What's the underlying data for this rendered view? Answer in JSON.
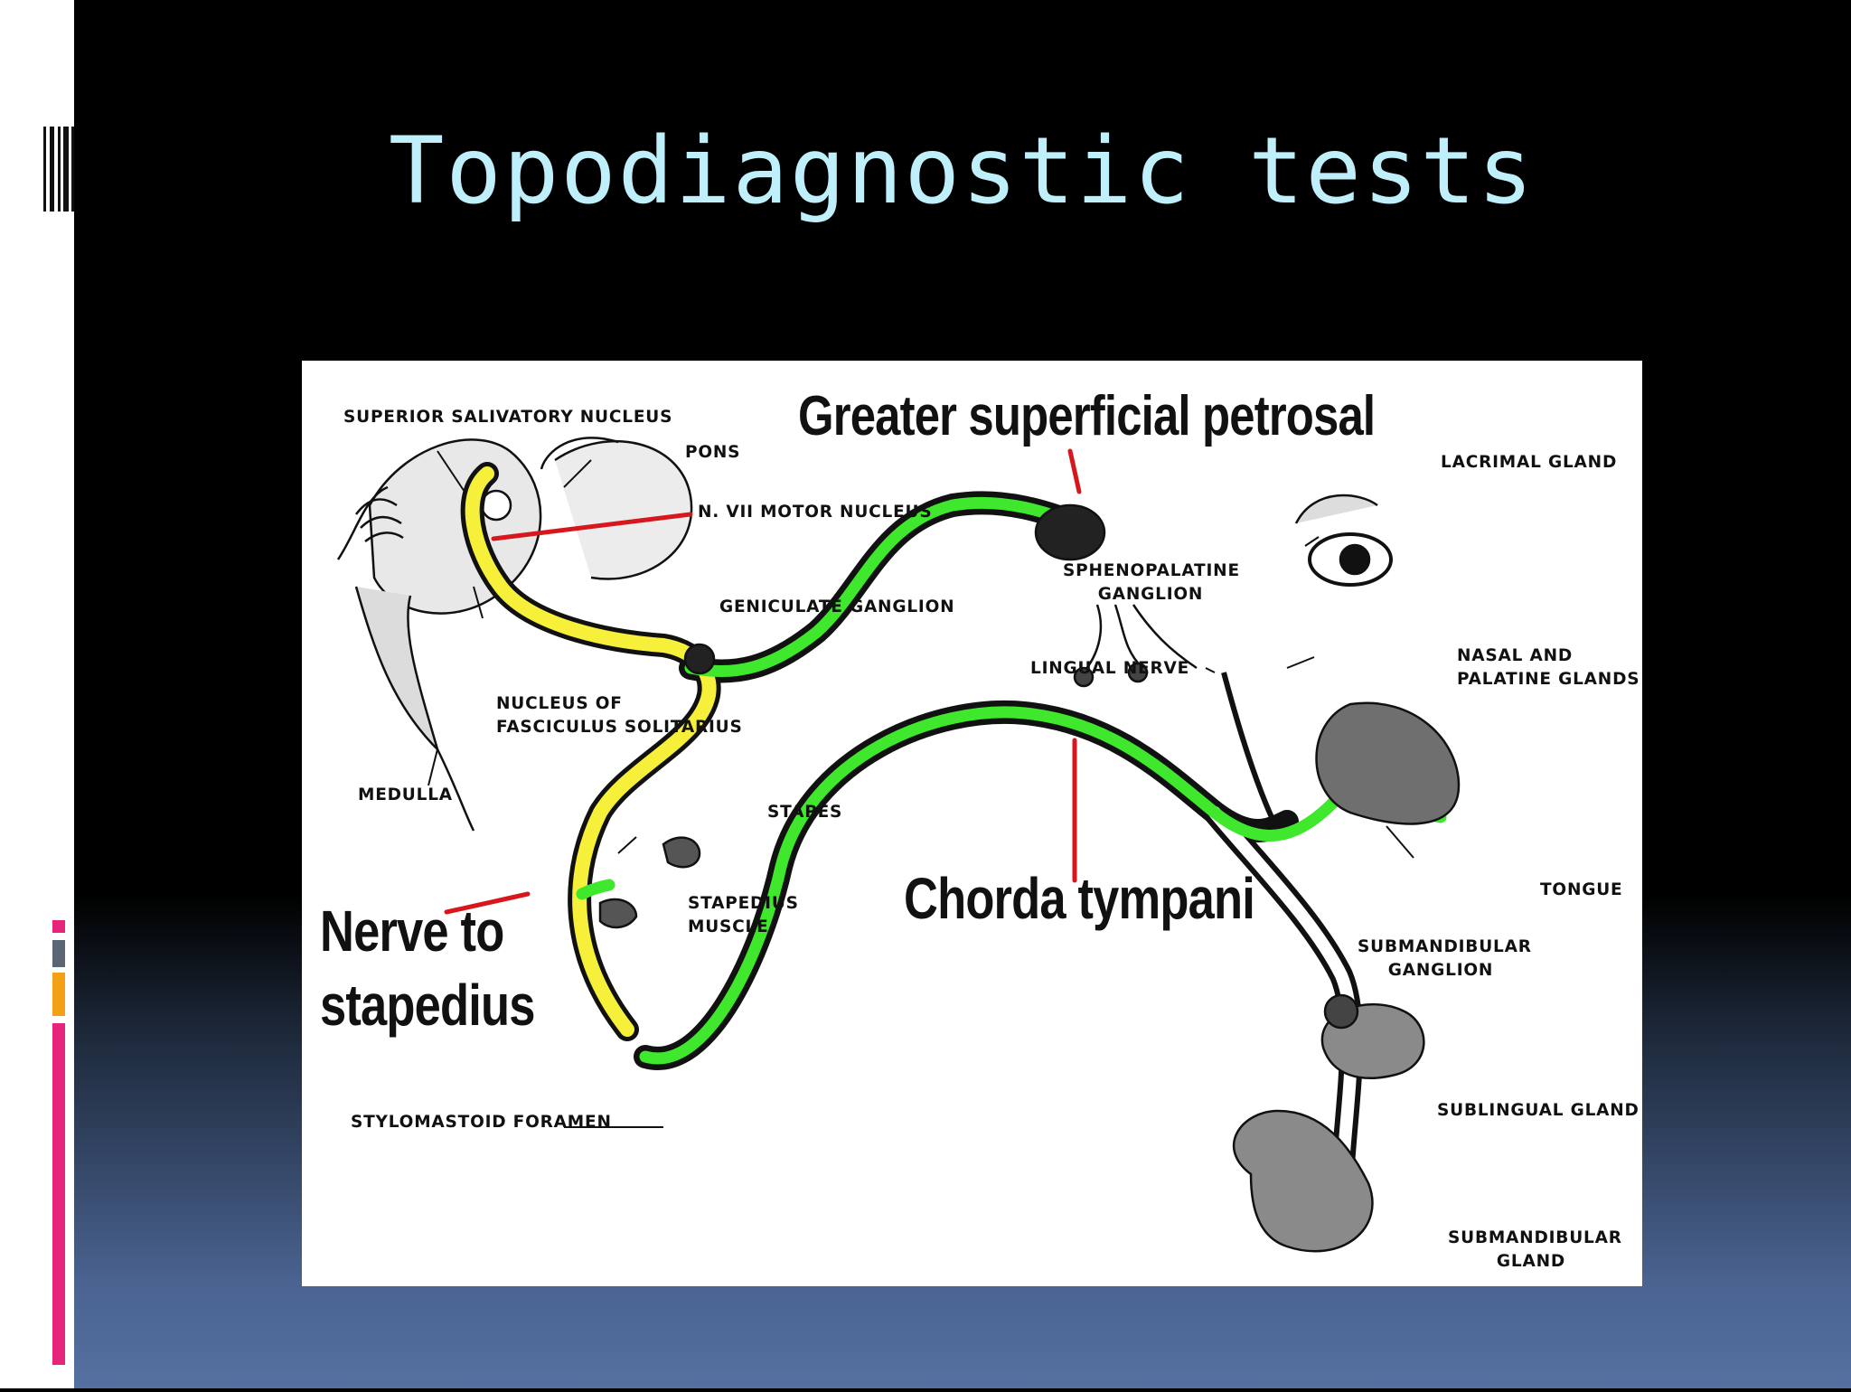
{
  "slide": {
    "title": "Topodiagnostic tests",
    "accent_colors": {
      "title": "#bfeffa",
      "sidebar_pink": "#e8237c",
      "sidebar_gray": "#5b6675",
      "sidebar_orange": "#f2a116",
      "nerve_yellow": "#f7f03a",
      "nerve_green": "#3fe82c",
      "pointer_red": "#d7171c"
    }
  },
  "diagram": {
    "labels": {
      "superior_salivatory_nucleus": "SUPERIOR SALIVATORY NUCLEUS",
      "pons": "PONS",
      "motor_nucleus": "N. VII MOTOR NUCLEUS",
      "geniculate_ganglion": "GENICULATE GANGLION",
      "nucleus_line1": "NUCLEUS OF",
      "nucleus_line2": "FASCICULUS SOLITARIUS",
      "medulla": "MEDULLA",
      "stapes": "STAPES",
      "stapedius_line1": "STAPEDIUS",
      "stapedius_line2": "MUSCLE",
      "stylomastoid_foramen": "STYLOMASTOID FORAMEN",
      "sphenopalatine_line1": "SPHENOPALATINE",
      "sphenopalatine_line2": "GANGLION",
      "lacrimal_gland": "LACRIMAL GLAND",
      "lingual_nerve": "LINGUAL NERVE",
      "nasal_line1": "NASAL AND",
      "nasal_line2": "PALATINE GLANDS",
      "tongue": "TONGUE",
      "submandibular_ganglion_line1": "SUBMANDIBULAR",
      "submandibular_ganglion_line2": "GANGLION",
      "sublingual_gland": "SUBLINGUAL GLAND",
      "submandibular_gland_line1": "SUBMANDIBULAR",
      "submandibular_gland_line2": "GLAND"
    },
    "annotations": {
      "greater_superficial_petrosal": "Greater superficial petrosal",
      "chorda_tympani": "Chorda tympani",
      "nerve_to_line1": "Nerve to",
      "nerve_to_line2": "stapedius"
    }
  }
}
